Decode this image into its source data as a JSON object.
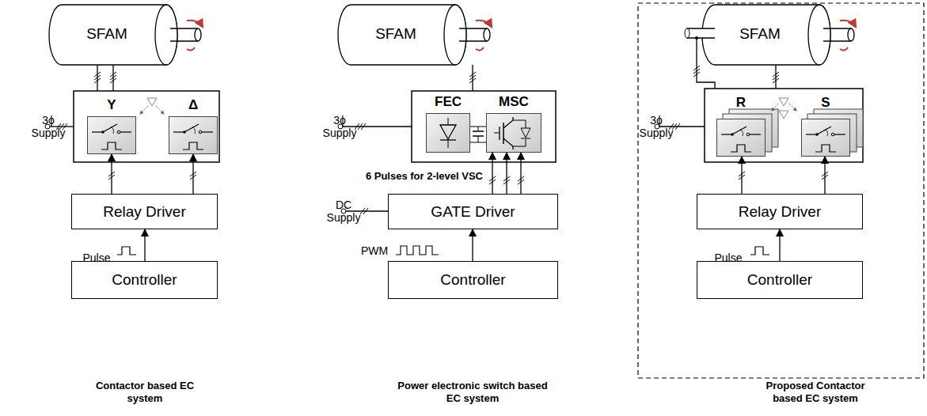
{
  "diagram": {
    "nodes": [
      {
        "text": [
          "SFAM"
        ]
      },
      {
        "text": [
          "Y"
        ]
      },
      {
        "text": [
          "Δ"
        ]
      },
      {
        "text": [
          "Relay Driver"
        ]
      },
      {
        "text": [
          "Controller"
        ]
      },
      {
        "text": [
          "SFAM"
        ]
      },
      {
        "text": [
          "FEC"
        ]
      },
      {
        "text": [
          "MSC"
        ]
      },
      {
        "text": [
          "GATE Driver"
        ]
      },
      {
        "text": [
          "Controller"
        ]
      },
      {
        "text": [
          "SFAM"
        ]
      },
      {
        "text": [
          "R"
        ]
      },
      {
        "text": [
          "S"
        ]
      },
      {
        "text": [
          "Relay Driver"
        ]
      },
      {
        "text": [
          "Controller"
        ]
      }
    ],
    "edges": [
      {
        "from": 3,
        "to": 1,
        "arrow": "to"
      },
      {
        "from": 3,
        "to": 2,
        "arrow": "to"
      },
      {
        "from": 4,
        "to": 3,
        "arrow": "to"
      },
      {
        "from": 8,
        "to": 7,
        "arrow": "to"
      },
      {
        "from": 8,
        "to": 7,
        "arrow": "to"
      },
      {
        "from": 8,
        "to": 7,
        "arrow": "to"
      },
      {
        "from": 9,
        "to": 8,
        "arrow": "to"
      },
      {
        "from": 13,
        "to": 11,
        "arrow": "to"
      },
      {
        "from": 13,
        "to": 12,
        "arrow": "to"
      },
      {
        "from": 14,
        "to": 13,
        "arrow": "to"
      }
    ],
    "labels": [
      "3ϕ Supply",
      "Pulse",
      "Contactor based EC system",
      "3ϕ Supply",
      "6 Pulses for 2-level VSC",
      "DC Supply",
      "PWM",
      "Power electronic switch based EC system",
      "3ϕ Supply",
      "Pulse",
      "Proposed Contactor based EC system"
    ]
  }
}
